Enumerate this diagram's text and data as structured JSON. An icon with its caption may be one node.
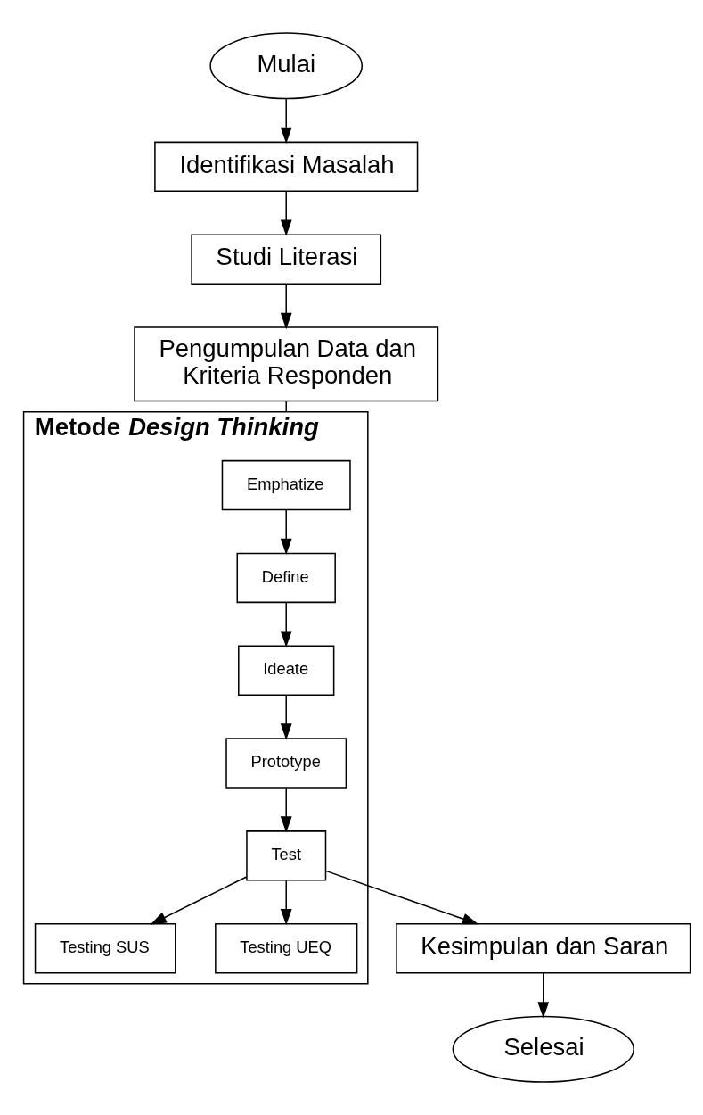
{
  "diagram": {
    "nodes": [
      {
        "text": [
          "Mulai"
        ]
      },
      {
        "text": [
          "Identifikasi Masalah"
        ]
      },
      {
        "text": [
          "Studi Literasi"
        ]
      },
      {
        "text": [
          "Pengumpulan Data dan Kriteria Responden"
        ]
      },
      {
        "text": [
          "Metode *Design Thinking*"
        ]
      },
      {
        "text": [
          "Emphatize"
        ],
        "in": 4
      },
      {
        "text": [
          "Define"
        ],
        "in": 4
      },
      {
        "text": [
          "Ideate"
        ],
        "in": 4
      },
      {
        "text": [
          "Prototype"
        ],
        "in": 4
      },
      {
        "text": [
          "Test"
        ],
        "in": 4
      },
      {
        "text": [
          "Testing SUS"
        ],
        "in": 4
      },
      {
        "text": [
          "Testing UEQ"
        ],
        "in": 4
      },
      {
        "text": [
          "Kesimpulan dan Saran"
        ]
      },
      {
        "text": [
          "Selesai"
        ]
      }
    ],
    "edges": [
      {
        "from": 0,
        "to": 1,
        "arrow": "to"
      },
      {
        "from": 1,
        "to": 2,
        "arrow": "to"
      },
      {
        "from": 2,
        "to": 3,
        "arrow": "to"
      },
      {
        "from": 3,
        "to": 4,
        "arrow": "none"
      },
      {
        "from": 5,
        "to": 6,
        "arrow": "to"
      },
      {
        "from": 6,
        "to": 7,
        "arrow": "to"
      },
      {
        "from": 7,
        "to": 8,
        "arrow": "to"
      },
      {
        "from": 8,
        "to": 9,
        "arrow": "to"
      },
      {
        "from": 9,
        "to": 10,
        "arrow": "to"
      },
      {
        "from": 9,
        "to": 11,
        "arrow": "to"
      },
      {
        "from": 9,
        "to": 12,
        "arrow": "to"
      },
      {
        "from": 12,
        "to": 13,
        "arrow": "to"
      }
    ]
  }
}
